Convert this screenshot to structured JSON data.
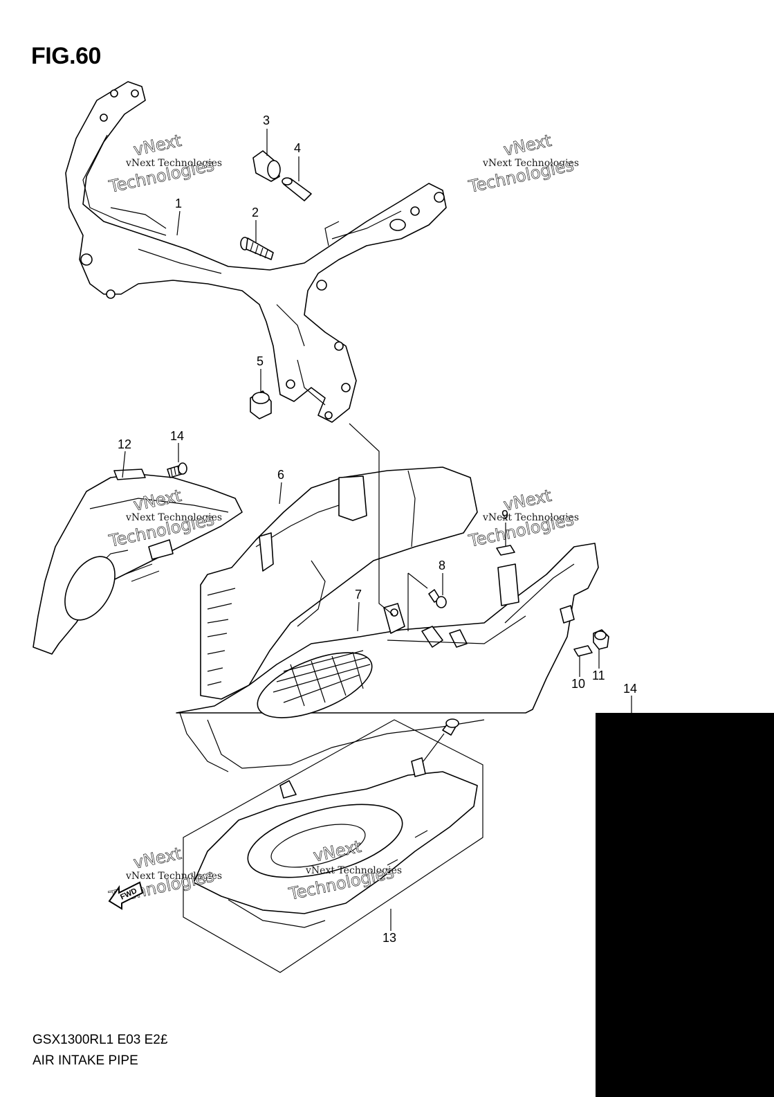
{
  "figure": {
    "title": "FIG.60"
  },
  "callouts": [
    "1",
    "2",
    "3",
    "4",
    "5",
    "6",
    "7",
    "8",
    "9",
    "10",
    "11",
    "12",
    "13",
    "14",
    "14"
  ],
  "watermark": {
    "line1": "vNext Technologies",
    "line2": "vNext",
    "line3": "Technologies"
  },
  "footer": {
    "model": "GSX1300RL1 E03 E2£",
    "part_name": "AIR INTAKE PIPE"
  },
  "fwd_label": "FWD",
  "colors": {
    "line": "#000000",
    "background": "#ffffff"
  }
}
